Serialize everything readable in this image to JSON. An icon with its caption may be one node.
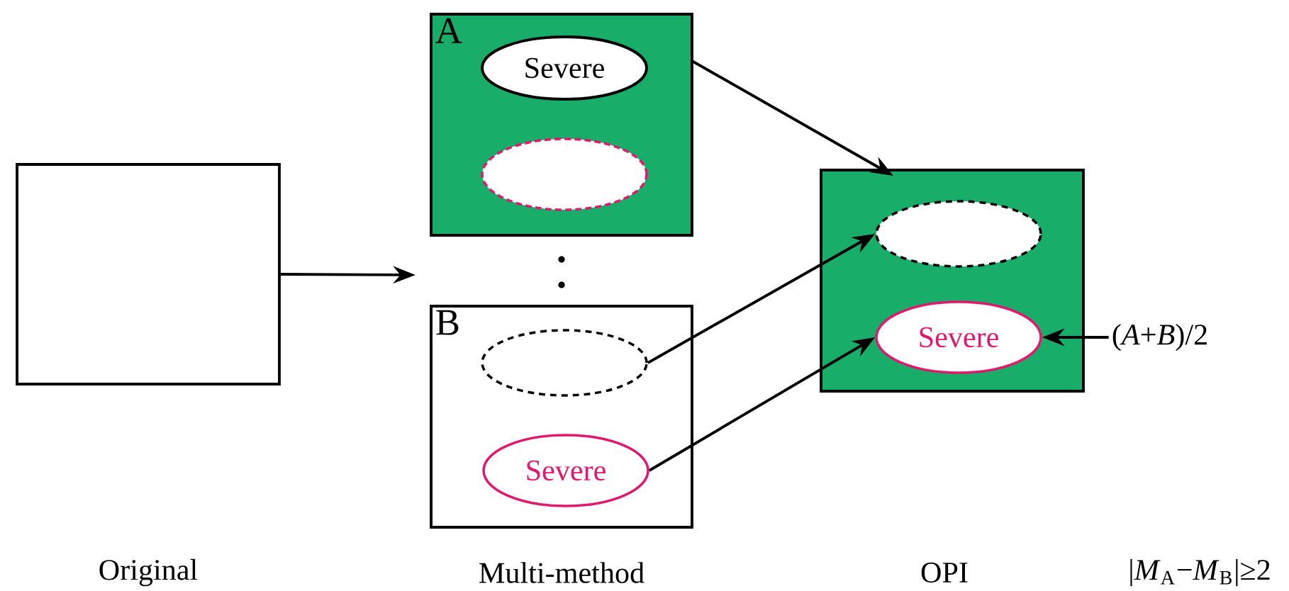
{
  "diagram": {
    "nodes": [
      {
        "text": [],
        "shape": "box"
      },
      {
        "text": [
          "A"
        ]
      },
      {
        "text": [
          "Severe"
        ],
        "in": 1
      },
      {
        "text": [],
        "shape": "ellipse",
        "in": 1
      },
      {
        "text": [
          "B"
        ]
      },
      {
        "text": [],
        "shape": "ellipse",
        "in": 4
      },
      {
        "text": [
          "Severe"
        ],
        "in": 4
      },
      {
        "text": [],
        "shape": "box"
      },
      {
        "text": [],
        "shape": "ellipse",
        "in": 7
      },
      {
        "text": [
          "Severe"
        ],
        "in": 7
      },
      {
        "text": [
          "(*A*+*B*)/2"
        ]
      }
    ],
    "edges": [
      {
        "from": 0,
        "to": null,
        "arrow": "to"
      },
      {
        "from": 1,
        "to": 7,
        "arrow": "to"
      },
      {
        "from": 5,
        "to": 8,
        "arrow": "to"
      },
      {
        "from": 6,
        "to": 9,
        "arrow": "to"
      },
      {
        "from": 10,
        "to": 9,
        "arrow": "to"
      }
    ],
    "labels": [
      "Original",
      "Multi-method",
      "OPI",
      "|*M*$_{A}$−*M*$_{B}$|≥2"
    ]
  }
}
